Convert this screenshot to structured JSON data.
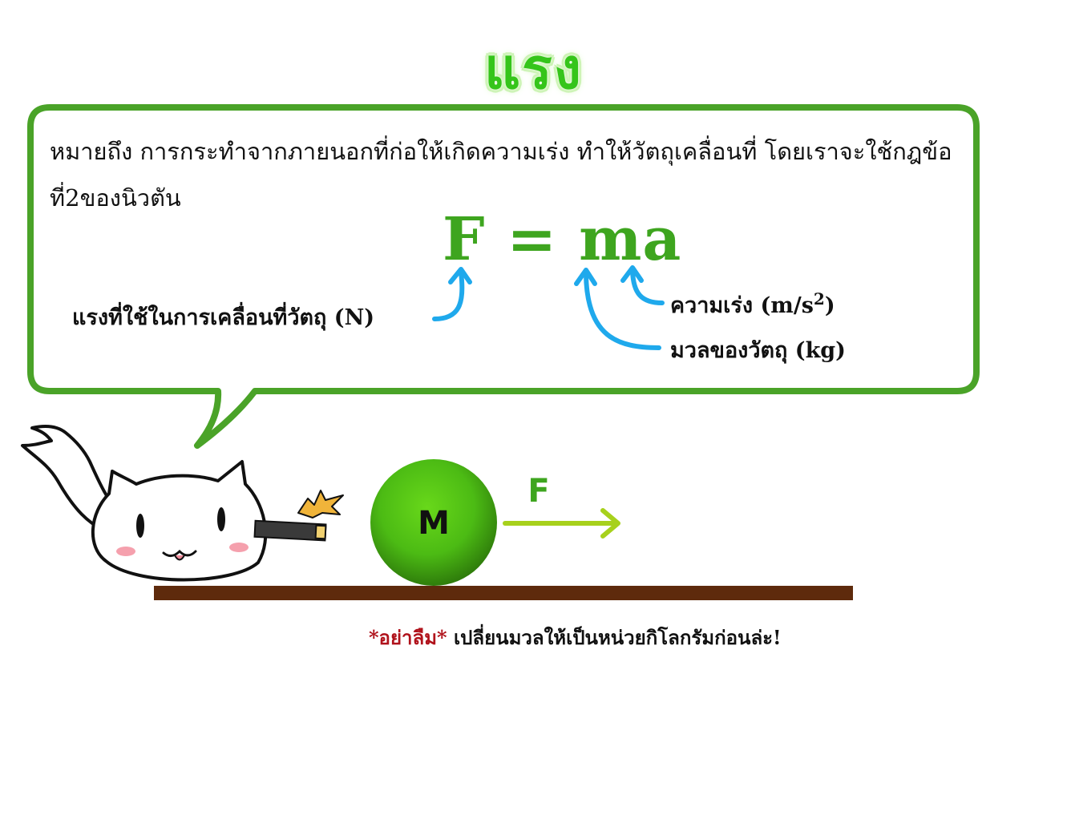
{
  "title": "แรง",
  "definition": {
    "text": "หมายถึง การกระทำจากภายนอกที่ก่อให้เกิดความเร่ง ทำให้วัตถุเคลื่อนที่ โดยเราจะใช้กฎข้อที่2ของนิวตัน"
  },
  "formula": "F = ma",
  "labels": {
    "force": "แรงที่ใช้ในการเคลื่อนที่วัตถุ (N)",
    "acceleration_text": "ความเร่ง (m/s",
    "acceleration_exponent": "2",
    "acceleration_close": ")",
    "mass": "มวลของวัตถุ (kg)"
  },
  "diagram": {
    "ball_label": "M",
    "arrow_label": "F"
  },
  "footnote": {
    "highlight": "*อย่าลืม*",
    "text": " เปลี่ยนมวลให้เป็นหน่วยกิโลกรัมก่อนล่ะ!"
  },
  "colors": {
    "bubble_border": "#4aa328",
    "formula": "#3ea51f",
    "title": "#35c51a",
    "pointer_arrows": "#1fa9ec",
    "force_arrow": "#a7d11c",
    "ball": "#4cbb14",
    "ground": "#5e2a0c",
    "warning": "#b0121b"
  },
  "icons": {
    "character": "white-cat-mascot",
    "pointers": "curved-arrow-icon",
    "force": "right-arrow-icon"
  }
}
